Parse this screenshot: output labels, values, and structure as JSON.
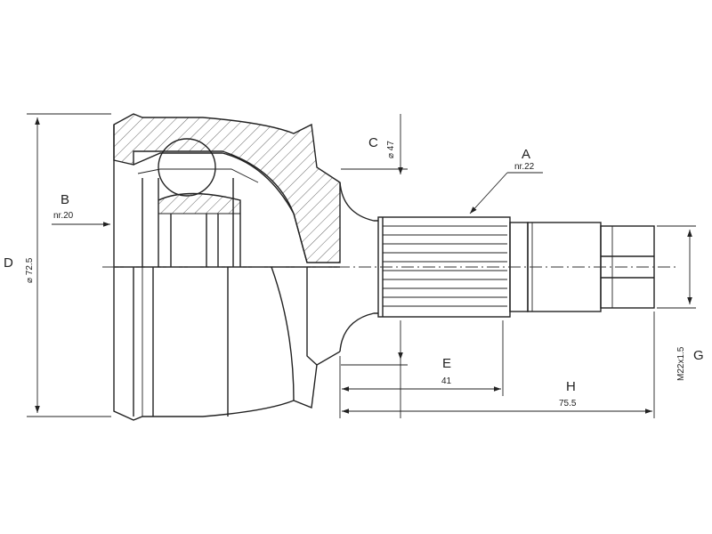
{
  "drawing": {
    "labels": {
      "a_letter": "A",
      "a_value": "nr.22",
      "b_letter": "B",
      "b_value": "nr.20",
      "c_letter": "C",
      "c_value": "⌀ 47",
      "d_letter": "D",
      "d_value": "⌀ 72.5",
      "e_letter": "E",
      "e_value": "41",
      "h_letter": "H",
      "h_value": "75.5",
      "g_letter": "G",
      "g_value": "M22x1.5"
    },
    "colors": {
      "line": "#222222",
      "hatch": "#555555",
      "background": "#ffffff"
    }
  }
}
